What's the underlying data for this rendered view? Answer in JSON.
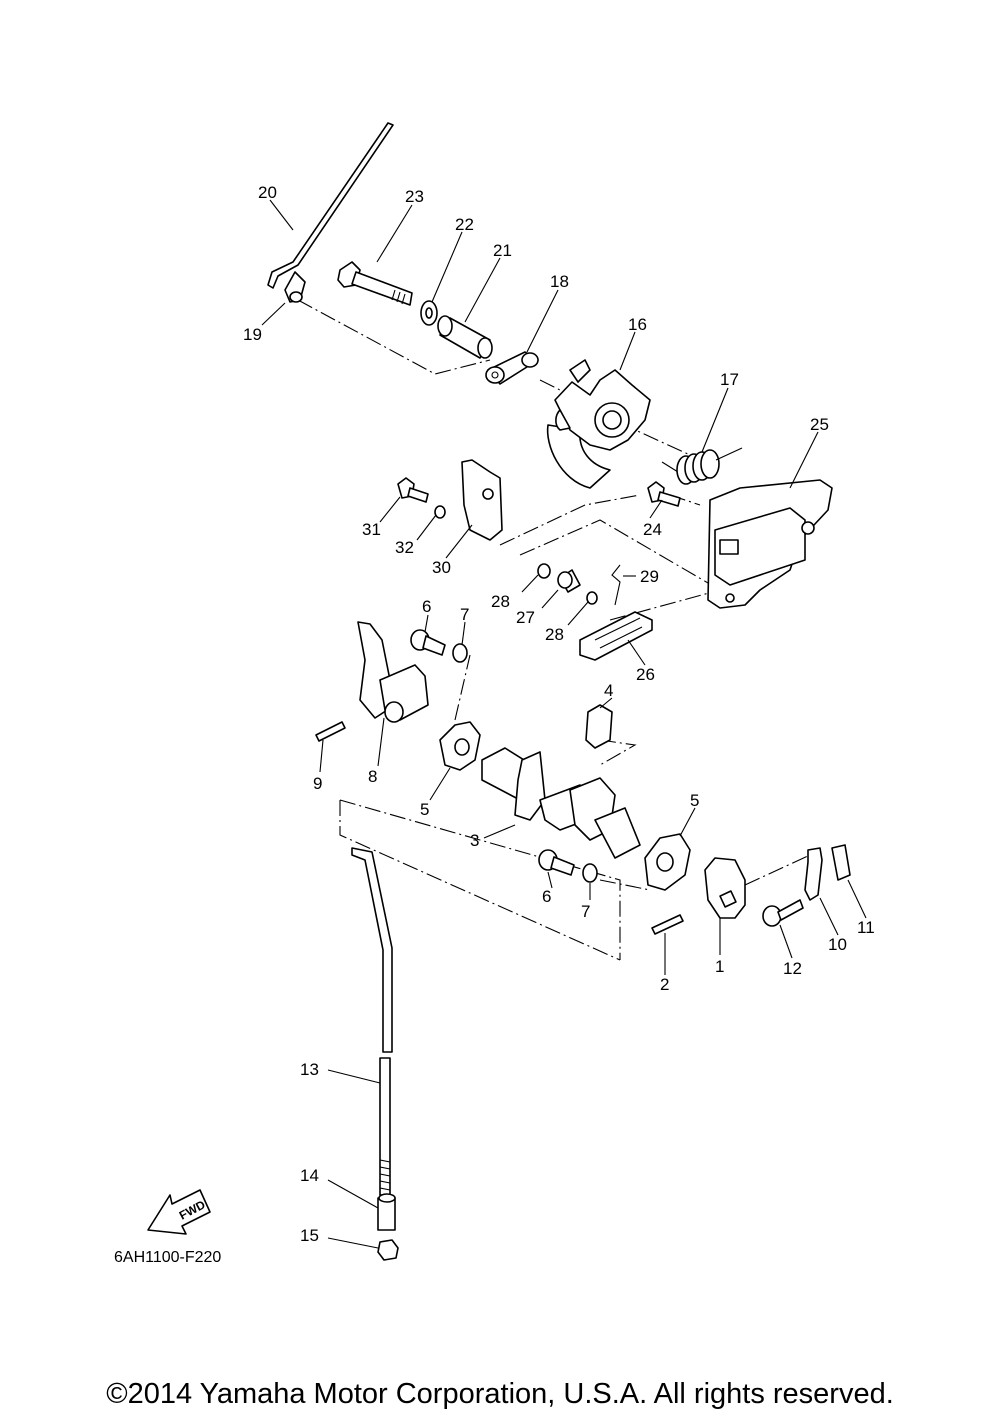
{
  "diagram": {
    "code": "6AH1100-F220",
    "fwd_label": "FWD",
    "callouts": [
      "1",
      "2",
      "3",
      "4",
      "5",
      "5",
      "6",
      "6",
      "7",
      "7",
      "8",
      "9",
      "10",
      "11",
      "12",
      "13",
      "14",
      "15",
      "16",
      "17",
      "18",
      "19",
      "20",
      "21",
      "22",
      "23",
      "24",
      "25",
      "26",
      "27",
      "28",
      "28",
      "29",
      "30",
      "31",
      "32"
    ]
  },
  "footer": {
    "copyright": "©2014 Yamaha Motor Corporation, U.S.A. All rights reserved."
  }
}
